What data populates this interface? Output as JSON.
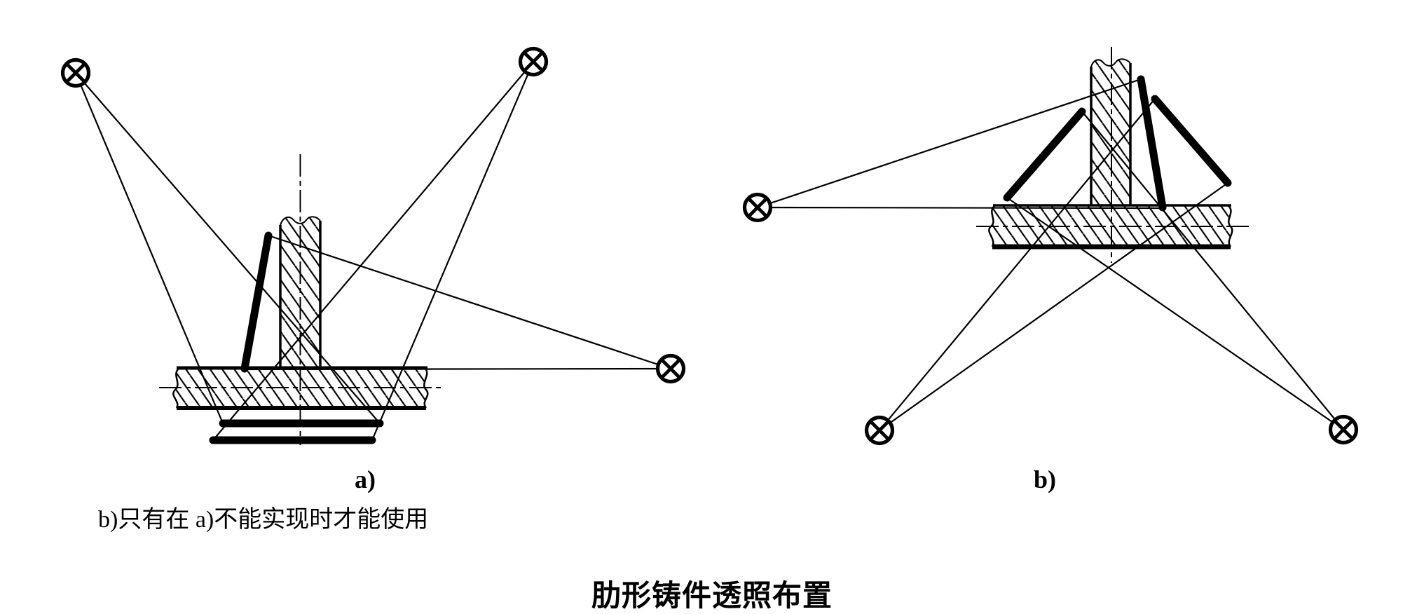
{
  "colors": {
    "ink": "#000000",
    "background": "#ffffff"
  },
  "icons": {
    "radiation_source": "circle-with-diagonal-cross"
  },
  "panels": [
    {
      "id": "a",
      "label": "a)"
    },
    {
      "id": "b",
      "label": "b)"
    }
  ],
  "note": "b)只有在 a)不能实现时才能使用",
  "caption": "肋形铸件透照布置"
}
